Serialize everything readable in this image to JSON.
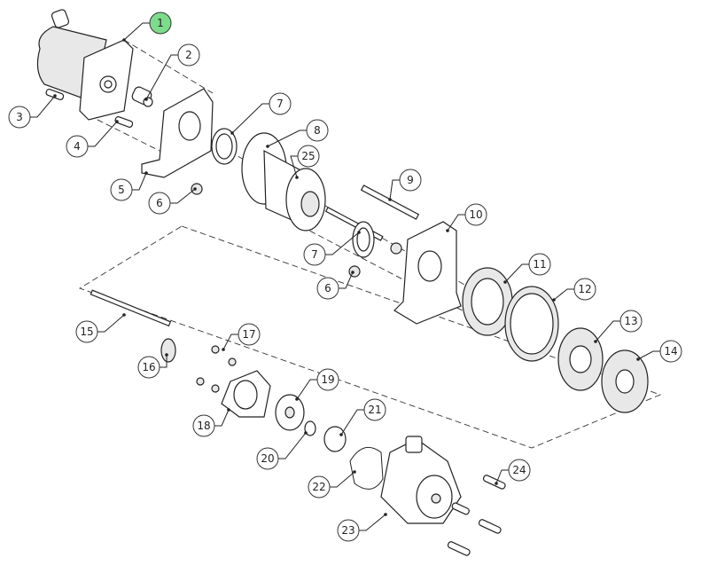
{
  "diagram": {
    "type": "exploded-parts-view",
    "highlight_color": "#7ddc8b",
    "callouts": [
      {
        "label": "1",
        "highlighted": true
      },
      {
        "label": "2"
      },
      {
        "label": "3"
      },
      {
        "label": "4"
      },
      {
        "label": "5"
      },
      {
        "label": "6"
      },
      {
        "label": "7"
      },
      {
        "label": "8"
      },
      {
        "label": "25"
      },
      {
        "label": "9"
      },
      {
        "label": "10"
      },
      {
        "label": "7"
      },
      {
        "label": "6"
      },
      {
        "label": "11"
      },
      {
        "label": "12"
      },
      {
        "label": "13"
      },
      {
        "label": "14"
      },
      {
        "label": "15"
      },
      {
        "label": "16"
      },
      {
        "label": "17"
      },
      {
        "label": "18"
      },
      {
        "label": "19"
      },
      {
        "label": "20"
      },
      {
        "label": "21"
      },
      {
        "label": "22"
      },
      {
        "label": "23"
      },
      {
        "label": "24"
      }
    ]
  }
}
